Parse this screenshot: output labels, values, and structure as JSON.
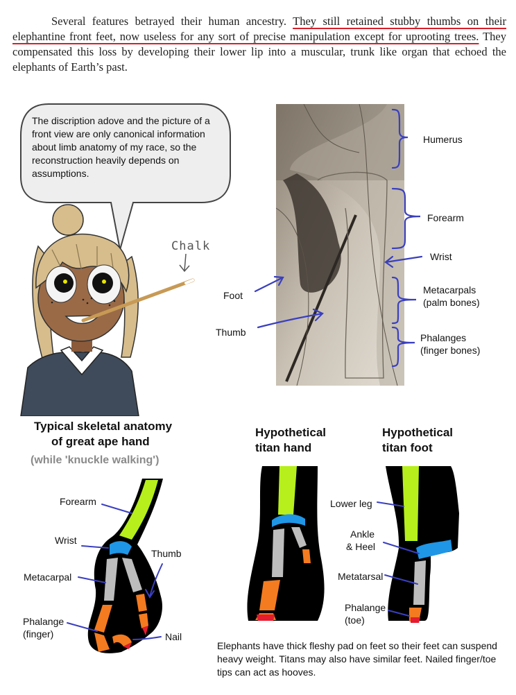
{
  "paragraph": {
    "lead": "Several features betrayed their human ancestry. ",
    "highlight": "They still retained stubby thumbs on their elephantine front feet, now useless for any sort of precise manipulation except for uprooting trees.",
    "tail": " They compensated this loss by developing their lower lip into a muscular, trunk like organ that echoed the elephants of Earth’s past."
  },
  "speech_bubble": "The discription adove and the picture of  a front view are only canonical information about limb anatomy of my race, so the reconstruction heavily depends on assumptions.",
  "chalk_label": "Chalk",
  "photo_labels": {
    "humerus": "Humerus",
    "forearm": "Forearm",
    "wrist": "Wrist",
    "foot": "Foot",
    "thumb": "Thumb",
    "metacarpals": "Metacarpals",
    "metacarpals_sub": "(palm bones)",
    "phalanges": "Phalanges",
    "phalanges_sub": "(finger bones)"
  },
  "ape_hand": {
    "title_line1": "Typical skeletal anatomy",
    "title_line2": "of great ape hand",
    "subtitle": "(while 'knuckle walking')",
    "forearm": "Forearm",
    "wrist": "Wrist",
    "thumb": "Thumb",
    "metacarpal": "Metacarpal",
    "phalange": "Phalange",
    "phalange_sub": "(finger)",
    "nail": "Nail"
  },
  "titan_hand": {
    "title_line1": "Hypothetical",
    "title_line2": "titan hand"
  },
  "titan_foot": {
    "title_line1": "Hypothetical",
    "title_line2": "titan foot",
    "lower_leg": "Lower leg",
    "ankle": "Ankle",
    "heel": "& Heel",
    "metatarsal": "Metatarsal",
    "phalange": "Phalange",
    "phalange_sub": "(toe)"
  },
  "footnote": "Elephants have thick fleshy pad on feet so their feet can suspend heavy weight. Titans may also have similar feet. Nailed finger/toe tips can act as hooves.",
  "colors": {
    "arrow": "#3a3fbf",
    "bone_green": "#b6ef1c",
    "bone_blue": "#1f96e6",
    "bone_gray": "#bdbdbd",
    "bone_orange": "#f47b1f",
    "nail_red": "#e51b2f",
    "underline_red": "#d4202a"
  }
}
